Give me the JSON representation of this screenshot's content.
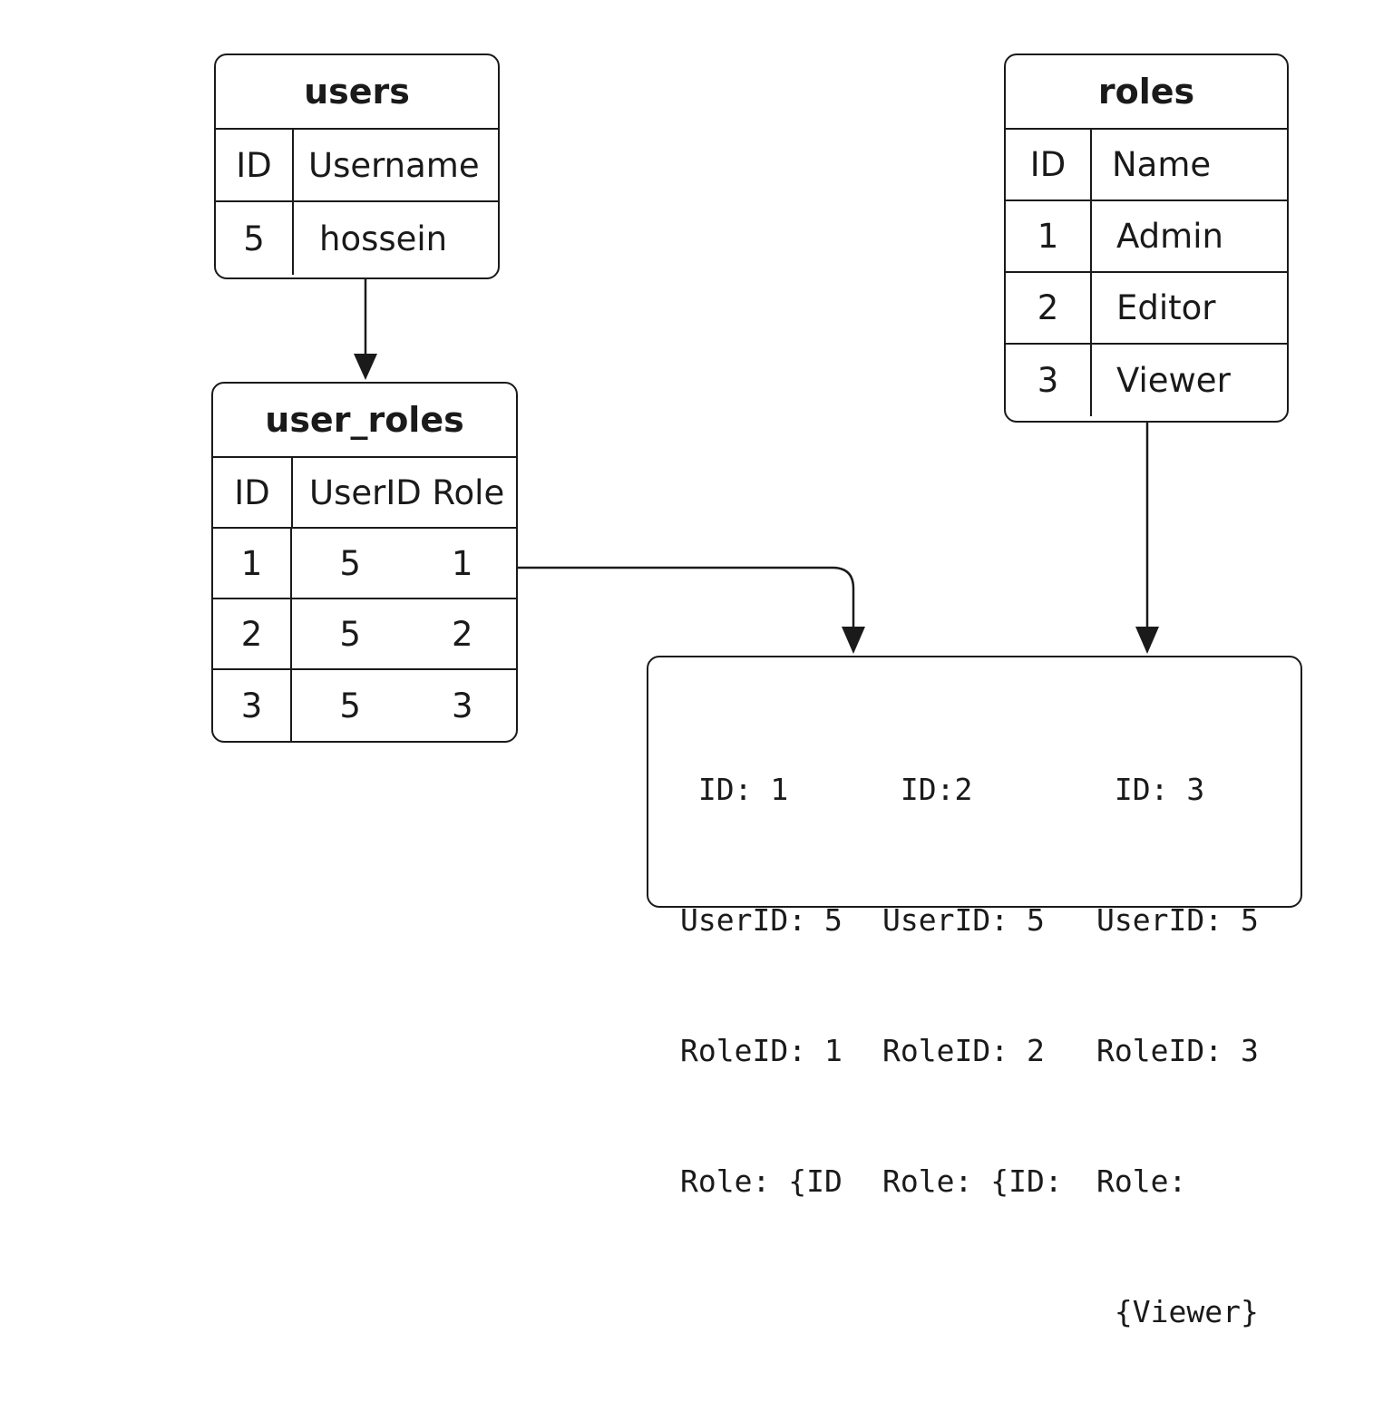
{
  "tables": {
    "users": {
      "title": "users",
      "headers": [
        "ID",
        "Username"
      ],
      "rows": [
        [
          "5",
          "hossein"
        ]
      ]
    },
    "roles": {
      "title": "roles",
      "headers": [
        "ID",
        "Name"
      ],
      "rows": [
        [
          "1",
          "Admin"
        ],
        [
          "2",
          "Editor"
        ],
        [
          "3",
          "Viewer"
        ]
      ]
    },
    "user_roles": {
      "title": "user_roles",
      "headers": [
        "ID",
        "UserID Role"
      ],
      "rows": [
        [
          "1",
          "5",
          "1"
        ],
        [
          "2",
          "5",
          "2"
        ],
        [
          "3",
          "5",
          "3"
        ]
      ]
    }
  },
  "result": {
    "records": [
      {
        "id": " ID: 1",
        "user_id": "UserID: 5",
        "role_id": "RoleID: 1",
        "role": "Role: {ID",
        "role_cont": ""
      },
      {
        "id": " ID:2",
        "user_id": "UserID: 5",
        "role_id": "RoleID: 2",
        "role": "Role: {ID:",
        "role_cont": ""
      },
      {
        "id": " ID: 3",
        "user_id": "UserID: 5",
        "role_id": "RoleID: 3",
        "role": "Role:",
        "role_cont": " {Viewer}"
      }
    ]
  },
  "colors": {
    "stroke": "#1a1a1a",
    "background": "#ffffff"
  }
}
